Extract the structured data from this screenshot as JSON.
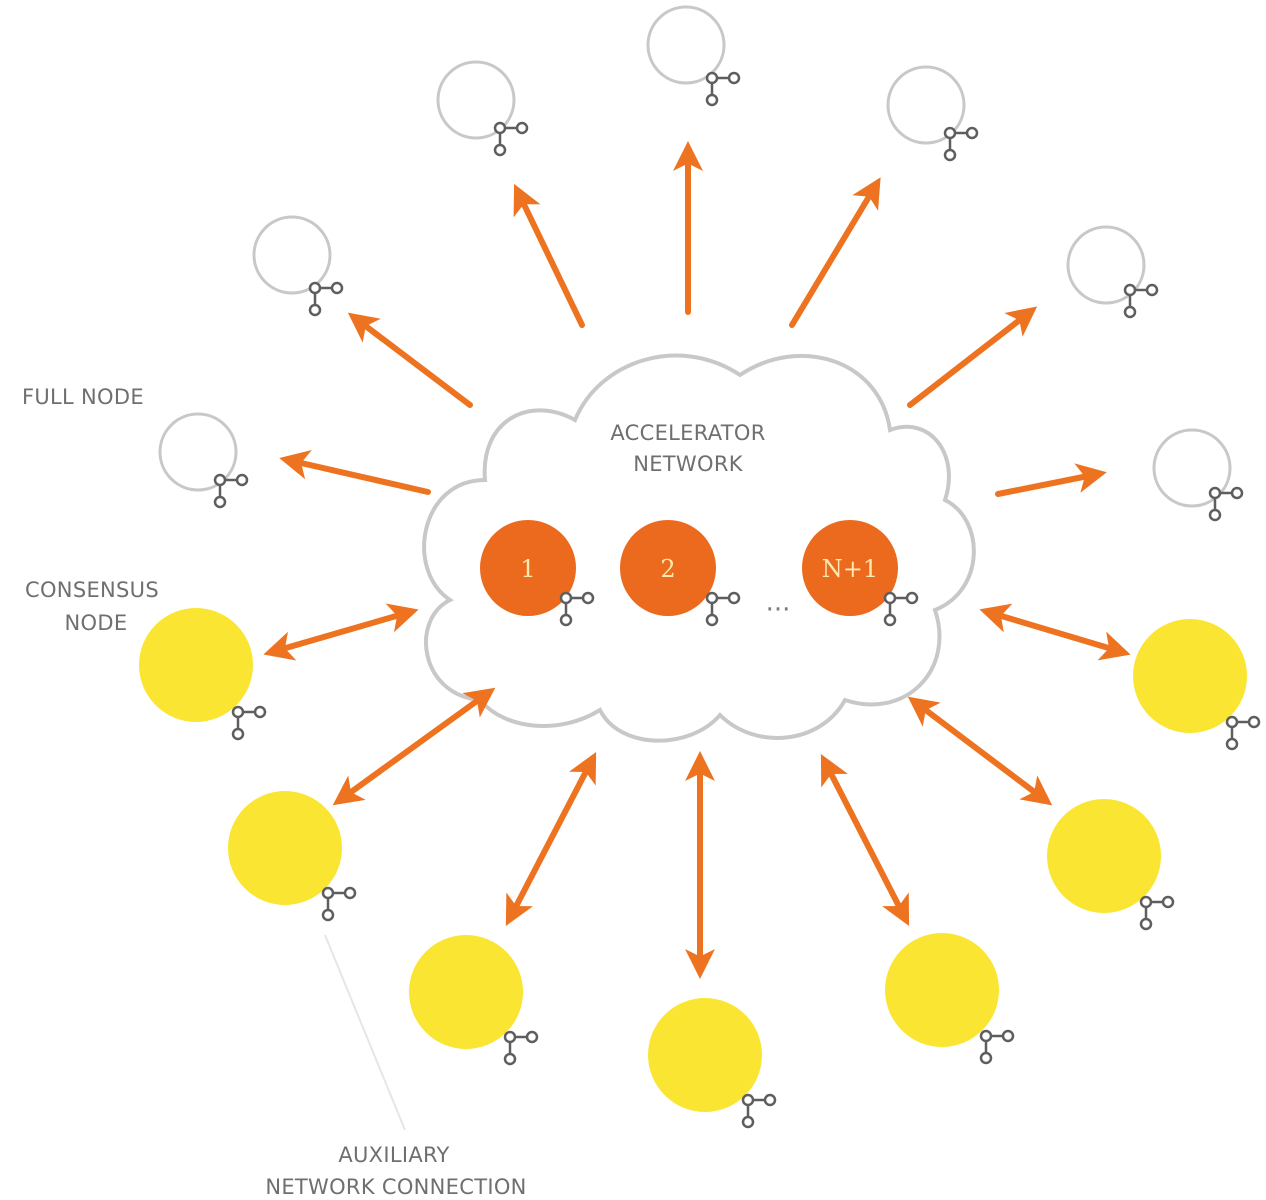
{
  "labels": {
    "full_node": "FULL NODE",
    "consensus_node_line1": "CONSENSUS",
    "consensus_node_line2": "NODE",
    "accelerator_line1": "ACCELERATOR",
    "accelerator_line2": "NETWORK",
    "auxiliary_line1": "AUXILIARY",
    "auxiliary_line2": "NETWORK CONNECTION"
  },
  "accelerator_nodes": [
    {
      "label": "1"
    },
    {
      "label": "2"
    },
    {
      "label": "N+1"
    }
  ],
  "ellipsis": "···",
  "colors": {
    "orange": "#ee7320",
    "accelerator_node": "#ec6a1e",
    "consensus_node": "#fae632",
    "full_node_ring": "#c8c8c8",
    "cloud_outline": "#c8c8c8",
    "glyph": "#5e5e5e",
    "text": "#6f6f6f"
  },
  "icons": {
    "network": "network-glyph-icon"
  }
}
